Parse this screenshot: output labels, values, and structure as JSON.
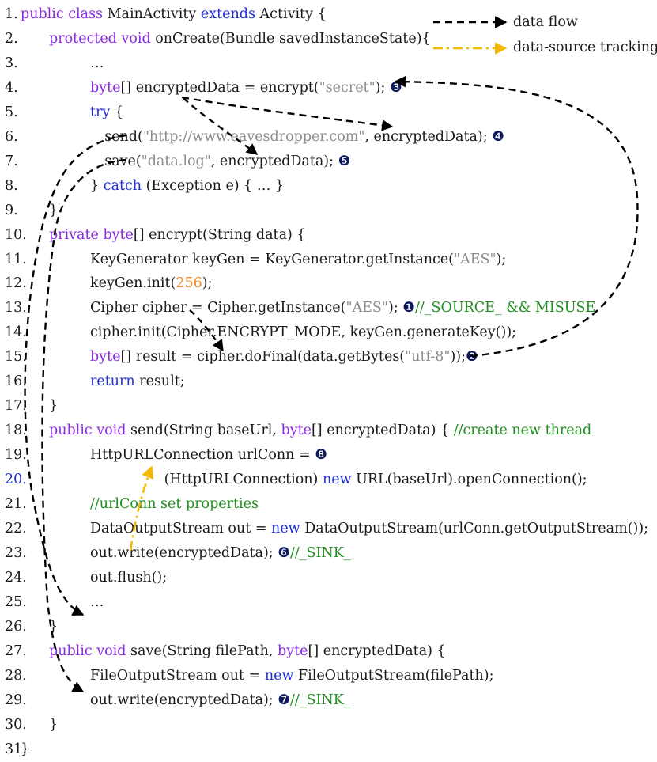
{
  "legend": {
    "data_flow": "data flow",
    "tracking": "data-source tracking",
    "data_flow_color": "#000000",
    "tracking_color": "#f5b800"
  },
  "lines": [
    {
      "n": "1.",
      "ind": 0,
      "tokens": [
        [
          "public ",
          "kw"
        ],
        [
          "class ",
          "kw"
        ],
        [
          "MainActivity ",
          "plain"
        ],
        [
          "extends ",
          "kw2"
        ],
        [
          "Activity {",
          "plain"
        ]
      ]
    },
    {
      "n": "2.",
      "ind": 1,
      "tokens": [
        [
          "protected ",
          "kw"
        ],
        [
          "void ",
          "kw"
        ],
        [
          "onCreate(Bundle savedInstanceState){",
          "plain"
        ]
      ]
    },
    {
      "n": "3.",
      "ind": 2,
      "tokens": [
        [
          "…",
          "plain"
        ]
      ]
    },
    {
      "n": "4.",
      "ind": 2,
      "tokens": [
        [
          "byte",
          "kw"
        ],
        [
          "[] encryptedData = encrypt(",
          "plain"
        ],
        [
          "\"secret\"",
          "str"
        ],
        [
          "); ",
          "plain"
        ],
        [
          "❸",
          "mark"
        ]
      ]
    },
    {
      "n": "5.",
      "ind": 2,
      "tokens": [
        [
          "try ",
          "kw2"
        ],
        [
          "{",
          "plain"
        ]
      ]
    },
    {
      "n": "6.",
      "ind": 2.35,
      "tokens": [
        [
          "send(",
          "plain"
        ],
        [
          "\"http://www.eavesdropper.com\"",
          "str"
        ],
        [
          ", encryptedData); ",
          "plain"
        ],
        [
          "❹",
          "mark"
        ]
      ]
    },
    {
      "n": "7.",
      "ind": 2.35,
      "tokens": [
        [
          "save(",
          "plain"
        ],
        [
          "\"data.log\"",
          "str"
        ],
        [
          ", encryptedData); ",
          "plain"
        ],
        [
          "❺",
          "mark"
        ]
      ]
    },
    {
      "n": "8.",
      "ind": 2,
      "tokens": [
        [
          "} ",
          "plain"
        ],
        [
          "catch ",
          "kw2"
        ],
        [
          "(Exception e) { … }",
          "plain"
        ]
      ]
    },
    {
      "n": "9.",
      "ind": 1,
      "tokens": [
        [
          "}",
          "plain"
        ]
      ]
    },
    {
      "n": "10.",
      "ind": 1,
      "tokens": [
        [
          "private ",
          "kw"
        ],
        [
          "byte",
          "kw"
        ],
        [
          "[] encrypt(String data) {",
          "plain"
        ]
      ]
    },
    {
      "n": "11.",
      "ind": 2,
      "tokens": [
        [
          "KeyGenerator keyGen = KeyGenerator.getInstance(",
          "plain"
        ],
        [
          "\"AES\"",
          "str"
        ],
        [
          ");",
          "plain"
        ]
      ]
    },
    {
      "n": "12.",
      "ind": 2,
      "tokens": [
        [
          "keyGen.init(",
          "plain"
        ],
        [
          "256",
          "num"
        ],
        [
          ");",
          "plain"
        ]
      ]
    },
    {
      "n": "13.",
      "ind": 2,
      "tokens": [
        [
          "Cipher cipher = Cipher.getInstance(",
          "plain"
        ],
        [
          "\"AES\"",
          "str"
        ],
        [
          "); ",
          "plain"
        ],
        [
          "❶",
          "mark"
        ],
        [
          "//_SOURCE_ && MISUSE",
          "cm"
        ]
      ]
    },
    {
      "n": "14.",
      "ind": 2,
      "tokens": [
        [
          "cipher.init(Cipher.ENCRYPT_MODE, keyGen.generateKey());",
          "plain"
        ]
      ]
    },
    {
      "n": "15.",
      "ind": 2,
      "tokens": [
        [
          "byte",
          "kw"
        ],
        [
          "[] result = cipher.doFinal(data.getBytes(",
          "plain"
        ],
        [
          "\"utf-8\"",
          "str"
        ],
        [
          "));",
          "plain"
        ],
        [
          "❷",
          "mark"
        ]
      ]
    },
    {
      "n": "16.",
      "ind": 2,
      "tokens": [
        [
          "return ",
          "kw2"
        ],
        [
          "result;",
          "plain"
        ]
      ]
    },
    {
      "n": "17.",
      "ind": 1,
      "tokens": [
        [
          "}",
          "plain"
        ]
      ]
    },
    {
      "n": "18.",
      "ind": 1,
      "tokens": [
        [
          "public ",
          "kw"
        ],
        [
          "void ",
          "kw"
        ],
        [
          "send(String baseUrl, ",
          "plain"
        ],
        [
          "byte",
          "kw"
        ],
        [
          "[] encryptedData) { ",
          "plain"
        ],
        [
          "//create new thread",
          "cm"
        ]
      ]
    },
    {
      "n": "19.",
      "ind": 2,
      "tokens": [
        [
          "HttpURLConnection urlConn = ",
          "plain"
        ],
        [
          "❽",
          "mark"
        ]
      ]
    },
    {
      "n": "20.",
      "ind": 3.8,
      "blue": true,
      "tokens": [
        [
          "(HttpURLConnection) ",
          "plain"
        ],
        [
          "new ",
          "kw2"
        ],
        [
          "URL(baseUrl).openConnection();",
          "plain"
        ]
      ]
    },
    {
      "n": "21.",
      "ind": 2,
      "tokens": [
        [
          "//urlConn set properties",
          "cm"
        ]
      ]
    },
    {
      "n": "22.",
      "ind": 2,
      "tokens": [
        [
          "DataOutputStream out = ",
          "plain"
        ],
        [
          "new ",
          "kw2"
        ],
        [
          "DataOutputStream(urlConn.getOutputStream());",
          "plain"
        ]
      ]
    },
    {
      "n": "23.",
      "ind": 2,
      "tokens": [
        [
          "out.write(encryptedData); ",
          "plain"
        ],
        [
          "❻",
          "mark"
        ],
        [
          "//_SINK_",
          "cm"
        ]
      ]
    },
    {
      "n": "24.",
      "ind": 2,
      "tokens": [
        [
          "out.flush();",
          "plain"
        ]
      ]
    },
    {
      "n": "25.",
      "ind": 2,
      "tokens": [
        [
          "…",
          "plain"
        ]
      ]
    },
    {
      "n": "26.",
      "ind": 1,
      "tokens": [
        [
          "}",
          "plain"
        ]
      ]
    },
    {
      "n": "27.",
      "ind": 1,
      "tokens": [
        [
          "public ",
          "kw"
        ],
        [
          "void ",
          "kw"
        ],
        [
          "save(String filePath, ",
          "plain"
        ],
        [
          "byte",
          "kw"
        ],
        [
          "[] encryptedData) {",
          "plain"
        ]
      ]
    },
    {
      "n": "28.",
      "ind": 2,
      "tokens": [
        [
          "FileOutputStream out = ",
          "plain"
        ],
        [
          "new ",
          "kw2"
        ],
        [
          "FileOutputStream(filePath);",
          "plain"
        ]
      ]
    },
    {
      "n": "29.",
      "ind": 2,
      "tokens": [
        [
          "out.write(encryptedData); ",
          "plain"
        ],
        [
          "❼",
          "mark"
        ],
        [
          "//_SINK_",
          "cm"
        ]
      ]
    },
    {
      "n": "30.",
      "ind": 1,
      "tokens": [
        [
          "}",
          "plain"
        ]
      ]
    },
    {
      "n": "31.",
      "ind": 0,
      "tokens": [
        [
          "}",
          "plain"
        ]
      ]
    }
  ]
}
